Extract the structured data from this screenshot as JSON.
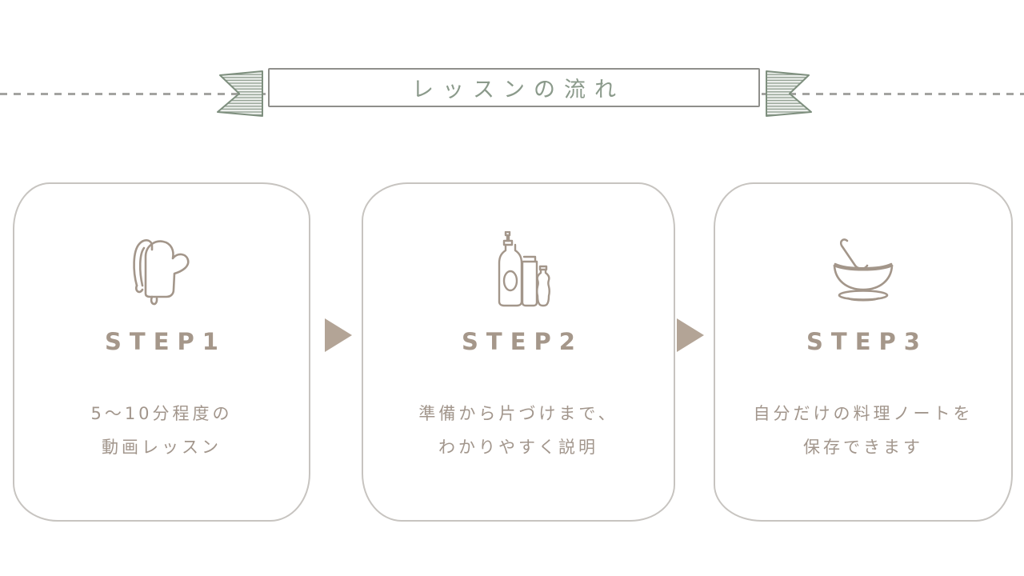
{
  "banner": {
    "title": "レッスンの流れ"
  },
  "steps": [
    {
      "label": "STEP1",
      "icon": "oven-mitt-icon",
      "lines": [
        "5〜10分程度の",
        "動画レッスン"
      ]
    },
    {
      "label": "STEP2",
      "icon": "bottles-icon",
      "lines": [
        "準備から片づけまで、",
        "わかりやすく説明"
      ]
    },
    {
      "label": "STEP3",
      "icon": "mixing-bowl-icon",
      "lines": [
        "自分だけの料理ノートを",
        "保存できます"
      ]
    }
  ],
  "colors": {
    "title_green": "#8b9a8b",
    "ribbon_hatch": "#94a294",
    "ribbon_outline": "#7e8f7e",
    "banner_border": "#8f8f8b",
    "dashed_line": "#a3a3a0",
    "card_border": "#c7c4c0",
    "step_label_brown": "#a5978a",
    "description_brown": "#a2968c",
    "icon_stroke": "#a3968a",
    "arrow_tan": "#b3a496",
    "background": "#ffffff"
  }
}
